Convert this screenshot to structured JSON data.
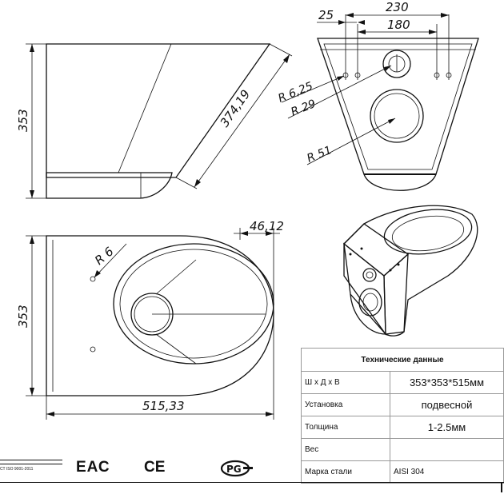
{
  "dimensions": {
    "side_height": "353",
    "side_slant": "374,19",
    "front_width_top": "230",
    "front_width_inner": "180",
    "front_offset": "25",
    "radius_small": "R 6,25",
    "radius_mid": "R 29",
    "radius_large": "R 51",
    "plan_height": "353",
    "plan_radius": "R 6",
    "plan_offset": "46,12",
    "plan_length": "515,33"
  },
  "spec_table": {
    "title": "Технические данные",
    "rows": [
      {
        "label": "Ш х Д х В",
        "value": "353*353*515мм"
      },
      {
        "label": "Установка",
        "value": "подвесной"
      },
      {
        "label": "Толщина",
        "value": "1-2.5мм"
      },
      {
        "label": "Вес",
        "value": ""
      },
      {
        "label": "Марка стали",
        "value": "AISI 304"
      }
    ]
  },
  "certifications": {
    "iso_text": "СТ ISO 9001-2011",
    "eac": "ЕАС",
    "ce": "CE",
    "gost_icon": "gost-r-certification-icon"
  }
}
